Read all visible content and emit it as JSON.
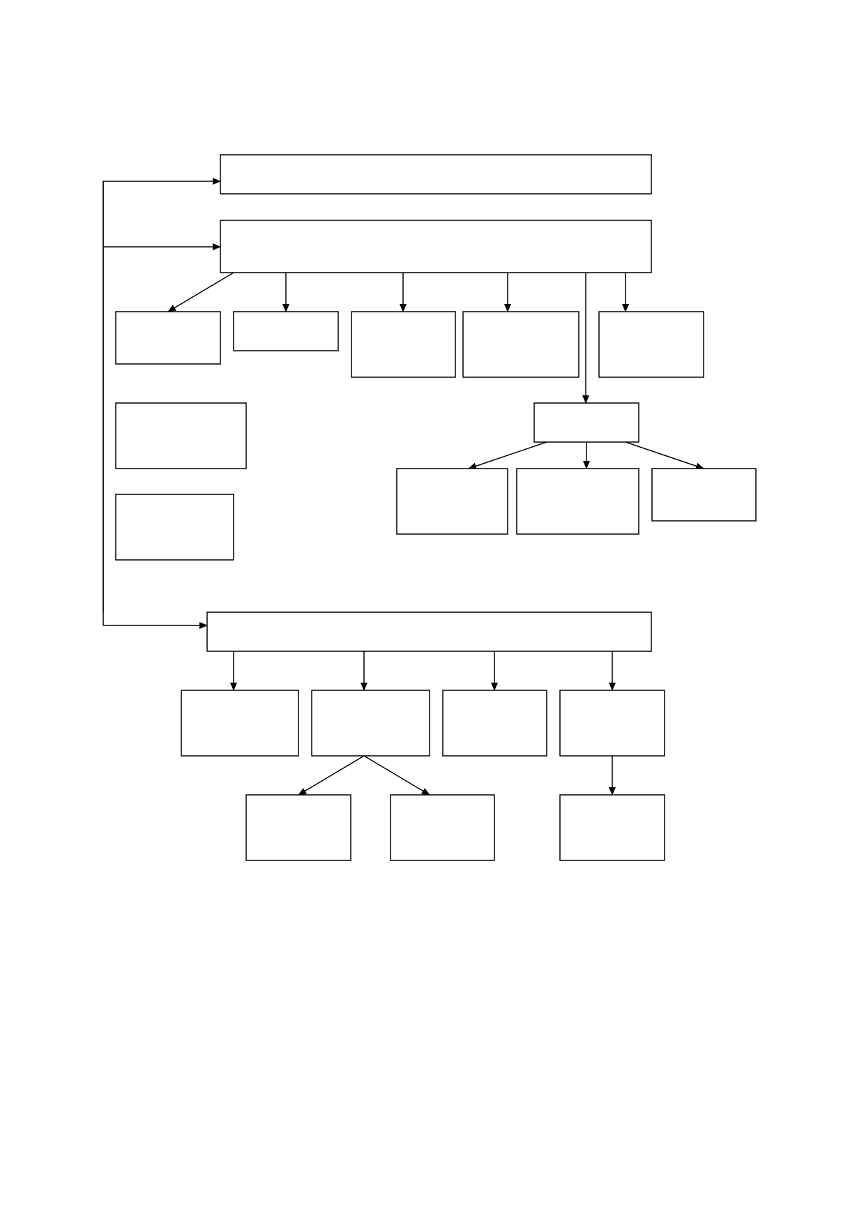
{
  "diagram": {
    "stroke_color": "#000000",
    "fill_color": "#ffffff",
    "background": "#ffffff",
    "nodes": [
      {
        "id": "top-box",
        "label": ""
      },
      {
        "id": "main-box",
        "label": ""
      },
      {
        "id": "child-1",
        "label": ""
      },
      {
        "id": "child-2",
        "label": ""
      },
      {
        "id": "child-3",
        "label": ""
      },
      {
        "id": "child-4",
        "label": ""
      },
      {
        "id": "child-5",
        "label": ""
      },
      {
        "id": "left-box-a",
        "label": ""
      },
      {
        "id": "left-box-b",
        "label": ""
      },
      {
        "id": "sub-hub",
        "label": ""
      },
      {
        "id": "sub-child-1",
        "label": ""
      },
      {
        "id": "sub-child-2",
        "label": ""
      },
      {
        "id": "sub-child-3",
        "label": ""
      },
      {
        "id": "lower-main-box",
        "label": ""
      },
      {
        "id": "lower-child-1",
        "label": ""
      },
      {
        "id": "lower-child-2",
        "label": ""
      },
      {
        "id": "lower-child-3",
        "label": ""
      },
      {
        "id": "lower-child-4",
        "label": ""
      },
      {
        "id": "lower-grandchild-1",
        "label": ""
      },
      {
        "id": "lower-grandchild-2",
        "label": ""
      },
      {
        "id": "lower-grandchild-3",
        "label": ""
      }
    ],
    "edges": [
      {
        "from": "left-rail",
        "to": "top-box"
      },
      {
        "from": "left-rail",
        "to": "main-box"
      },
      {
        "from": "left-rail",
        "to": "lower-main-box"
      },
      {
        "from": "main-box",
        "to": "child-1"
      },
      {
        "from": "main-box",
        "to": "child-2"
      },
      {
        "from": "main-box",
        "to": "child-3"
      },
      {
        "from": "main-box",
        "to": "child-4"
      },
      {
        "from": "main-box",
        "to": "sub-hub"
      },
      {
        "from": "main-box",
        "to": "child-5"
      },
      {
        "from": "sub-hub",
        "to": "sub-child-1"
      },
      {
        "from": "sub-hub",
        "to": "sub-child-2"
      },
      {
        "from": "sub-hub",
        "to": "sub-child-3"
      },
      {
        "from": "lower-main-box",
        "to": "lower-child-1"
      },
      {
        "from": "lower-main-box",
        "to": "lower-child-2"
      },
      {
        "from": "lower-main-box",
        "to": "lower-child-3"
      },
      {
        "from": "lower-main-box",
        "to": "lower-child-4"
      },
      {
        "from": "lower-child-2",
        "to": "lower-grandchild-1"
      },
      {
        "from": "lower-child-2",
        "to": "lower-grandchild-2"
      },
      {
        "from": "lower-child-4",
        "to": "lower-grandchild-3"
      }
    ]
  }
}
